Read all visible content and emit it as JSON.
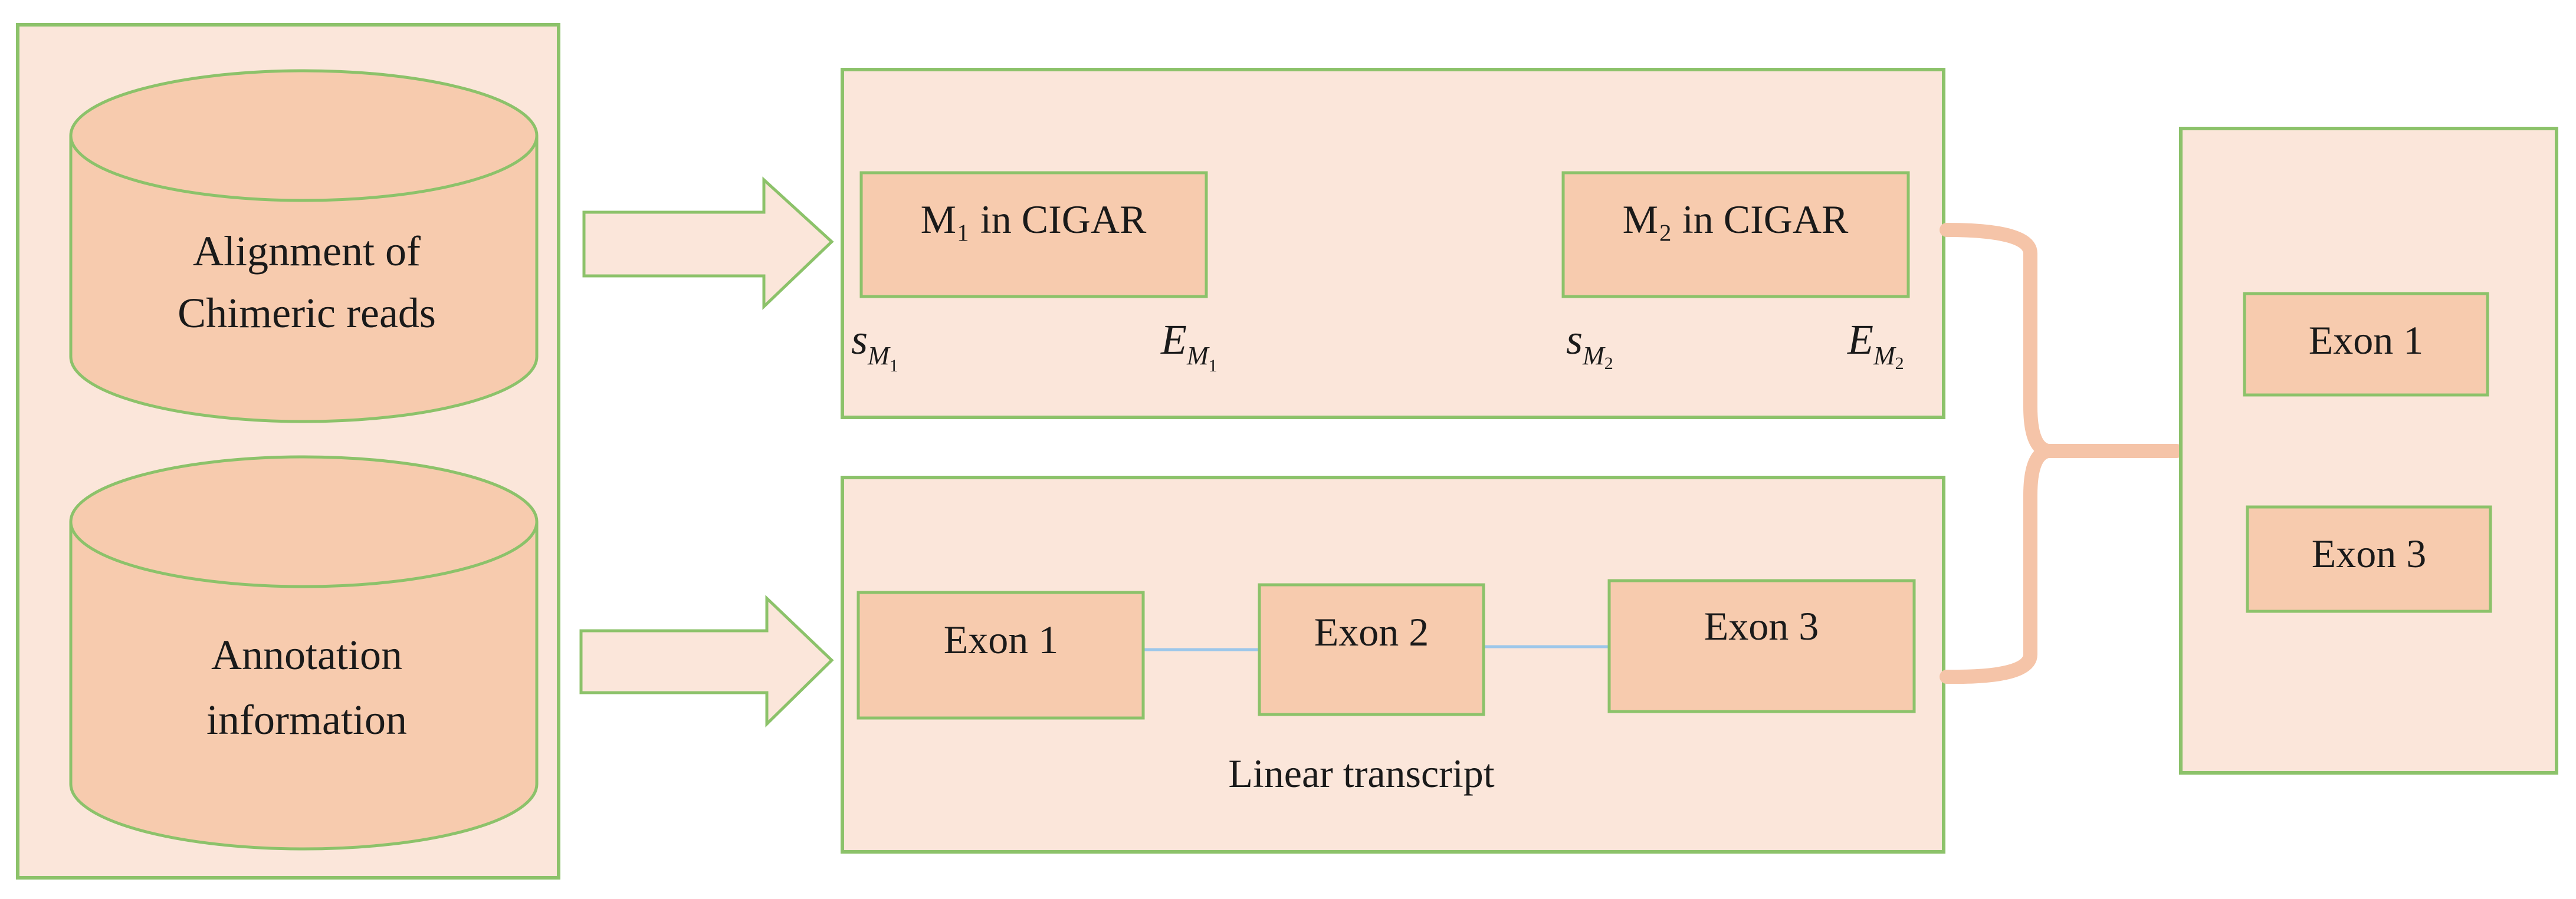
{
  "colors": {
    "panel_fill": "#fbe6da",
    "box_fill": "#f7cbae",
    "border": "#8cc26a",
    "connector": "#9cc7ea",
    "brace": "#f5c4a8"
  },
  "sources": {
    "alignment_line1": "Alignment of",
    "alignment_line2": "Chimeric reads",
    "annotation_line1": "Annotation",
    "annotation_line2": "information"
  },
  "cigar_panel": {
    "m1_label": "M₁ in CIGAR",
    "m2_label": "M₂ in CIGAR",
    "s_letter": "s",
    "e_letter": "E",
    "m_letter": "M",
    "sub1": "1",
    "sub2": "2"
  },
  "transcript_panel": {
    "exon1": "Exon 1",
    "exon2": "Exon 2",
    "exon3": "Exon 3",
    "caption": "Linear transcript"
  },
  "result_panel": {
    "exon_a": "Exon 1",
    "exon_b": "Exon 3"
  }
}
